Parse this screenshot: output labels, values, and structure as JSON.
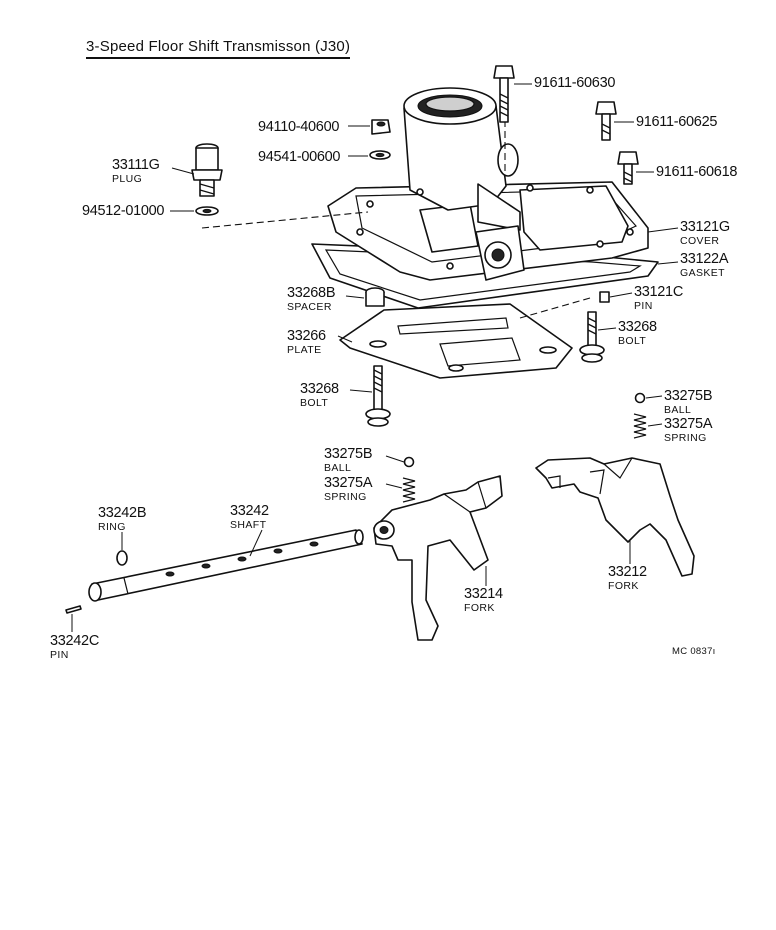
{
  "title": "3-Speed Floor Shift Transmisson (J30)",
  "diagram_code": "MC 0837ı",
  "parts": {
    "bolt_60630": {
      "number": "91611-60630"
    },
    "bolt_60625": {
      "number": "91611-60625"
    },
    "bolt_60618": {
      "number": "91611-60618"
    },
    "nut_40600": {
      "number": "94110-40600"
    },
    "washer_00600": {
      "number": "94541-00600"
    },
    "plug": {
      "number": "33111G",
      "name": "PLUG"
    },
    "gasket_washer": {
      "number": "94512-01000"
    },
    "cover": {
      "number": "33121G",
      "name": "COVER"
    },
    "gasket": {
      "number": "33122A",
      "name": "GASKET"
    },
    "spacer": {
      "number": "33268B",
      "name": "SPACER"
    },
    "pin_cover": {
      "number": "33121C",
      "name": "PIN"
    },
    "plate": {
      "number": "33266",
      "name": "PLATE"
    },
    "bolt_right": {
      "number": "33268",
      "name": "BOLT"
    },
    "bolt_left": {
      "number": "33268",
      "name": "BOLT"
    },
    "ball_right": {
      "number": "33275B",
      "name": "BALL"
    },
    "spring_right": {
      "number": "33275A",
      "name": "SPRING"
    },
    "ball_center": {
      "number": "33275B",
      "name": "BALL"
    },
    "spring_center": {
      "number": "33275A",
      "name": "SPRING"
    },
    "ring": {
      "number": "33242B",
      "name": "RING"
    },
    "shaft": {
      "number": "33242",
      "name": "SHAFT"
    },
    "fork_center": {
      "number": "33214",
      "name": "FORK"
    },
    "fork_right": {
      "number": "33212",
      "name": "FORK"
    },
    "pin_shaft": {
      "number": "33242C",
      "name": "PIN"
    }
  }
}
